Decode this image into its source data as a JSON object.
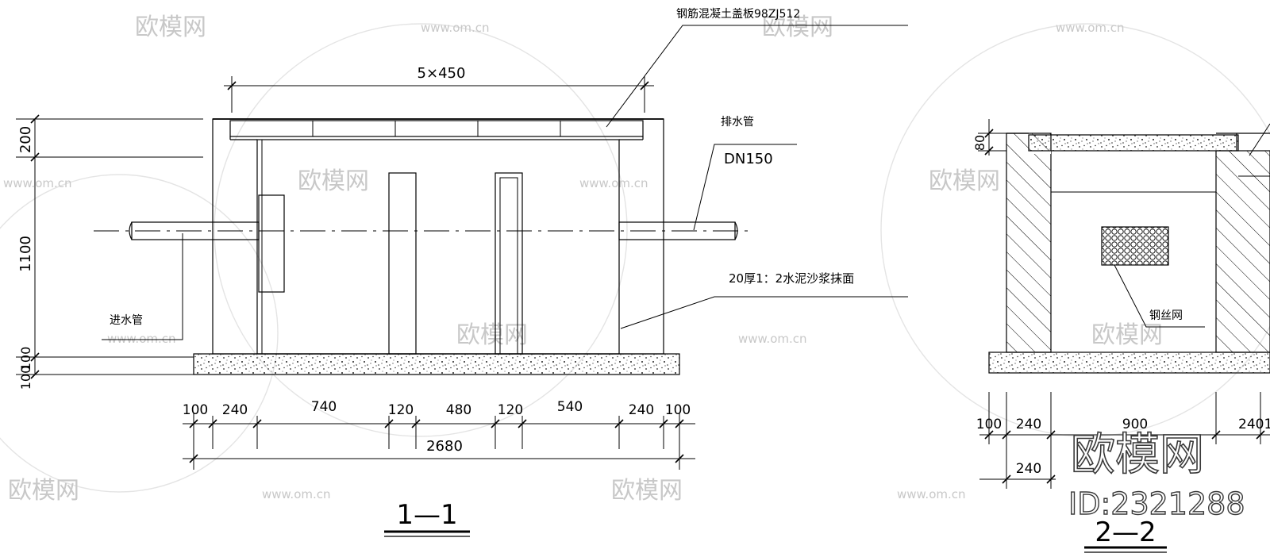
{
  "watermarks": {
    "brand": "欧模网",
    "site": "www.om.cn"
  },
  "section_1_1": {
    "title": "1—1",
    "cover_label": "钢筋混凝土盖板98ZJ512",
    "top_dim": "5×450",
    "outlet_label": "排水管",
    "outlet_size": "DN150",
    "plaster_label": "20厚1：2水泥沙浆抹面",
    "inlet_label": "进水管",
    "left_dims": [
      "200",
      "1100",
      "100",
      "100"
    ],
    "bottom_dims": [
      "100",
      "240",
      "740",
      "120",
      "480",
      "120",
      "540",
      "240",
      "100"
    ],
    "total_dim": "2680"
  },
  "section_2_2": {
    "title": "2—2",
    "top_dim": "80",
    "mesh_label": "钢丝网",
    "bottom_dims": [
      "100",
      "240",
      "900",
      "2401"
    ],
    "second_dim": "240"
  },
  "stamp": {
    "brand": "欧模网",
    "id": "ID:2321288"
  }
}
